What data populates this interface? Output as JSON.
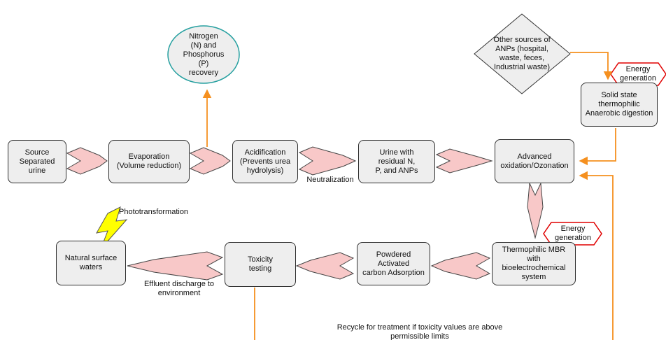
{
  "nodes": {
    "source": "Source\nSeparated\nurine",
    "evaporation": "Evaporation\n(Volume reduction)",
    "acidification": "Acidification\n(Prevents urea\nhydrolysis)",
    "urine_residual": "Urine with\nresidual N,\nP, and ANPs",
    "advanced_oxidation": "Advanced\noxidation/Ozonation",
    "nitrogen_recovery": "Nitrogen\n(N) and\nPhosphorus\n(P)\nrecovery",
    "other_sources": "Other sources of\nANPs (hospital,\nwaste, feces,\nIndustrial waste)",
    "energy_top": "Energy\ngeneration",
    "solid_state": "Solid state\nthermophilic\nAnaerobic digestion",
    "thermophilic_mbr": "Thermophilic MBR with\nbioelectrochemical\nsystem",
    "energy_mid": "Energy\ngeneration",
    "powdered_carbon": "Powdered Activated\ncarbon Adsorption",
    "toxicity": "Toxicity\ntesting",
    "natural_waters": "Natural surface\nwaters"
  },
  "labels": {
    "neutralization": "Neutralization",
    "phototransformation": "Phototransformation",
    "effluent": "Effluent discharge to\nenvironment",
    "recycle": "Recycle for treatment if toxicity values are above\npermissible limits"
  },
  "colors": {
    "box_fill": "#eeeeee",
    "arrow_fill": "#f8c8c8",
    "orange": "#f5901f",
    "teal": "#26a0a0",
    "hex_border": "#e00000",
    "lightning": "#ffff00"
  }
}
